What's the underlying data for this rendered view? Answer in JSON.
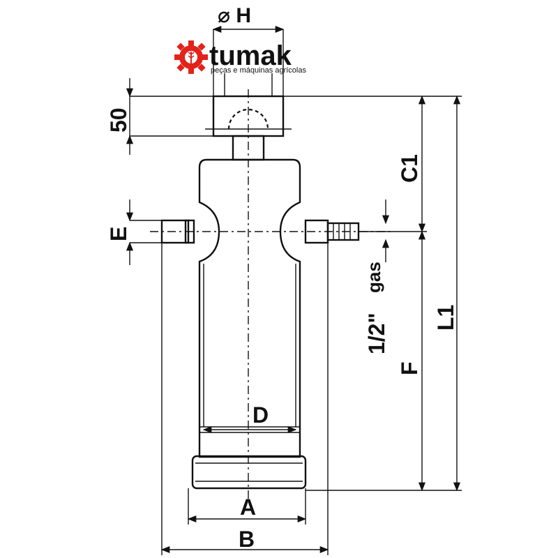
{
  "logo": {
    "brand": "tumak",
    "tagline": "peças e máquinas agrícolas",
    "accent_color": "#e2231a",
    "icon": "gear-wheat-icon"
  },
  "labels": {
    "diameter_h": "⌀ H",
    "dim_50": "50",
    "c1": "C1",
    "l1": "L1",
    "e": "E",
    "f": "F",
    "d": "D",
    "a": "A",
    "b": "B",
    "port_size": "1/2\"",
    "port_type": "gas"
  }
}
